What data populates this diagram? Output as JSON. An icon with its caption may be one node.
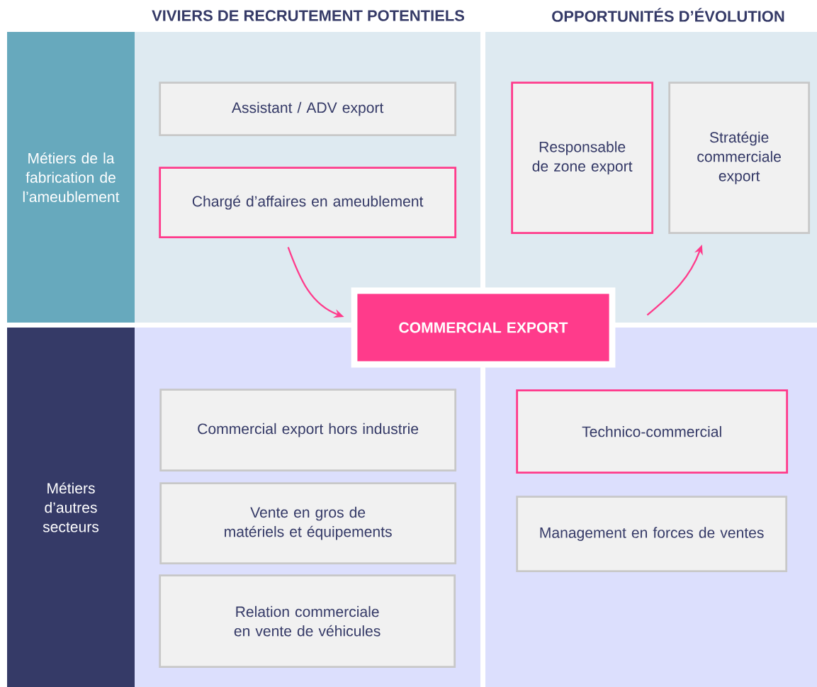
{
  "diagram": {
    "nodes": [
      {
        "text": [
          "Métiers de la fabrication de l’ameublement"
        ]
      },
      {
        "text": [],
        "shape": "box"
      },
      {
        "text": [
          "Assistant / ADV export"
        ],
        "in": 1
      },
      {
        "text": [
          "Chargé d’affaires en ameublement"
        ],
        "in": 1
      },
      {
        "text": [],
        "shape": "box"
      },
      {
        "text": [
          "Responsable de zone export"
        ],
        "in": 4
      },
      {
        "text": [
          "Stratégie commerciale export"
        ],
        "in": 4
      },
      {
        "text": [
          "COMMERCIAL EXPORT"
        ]
      },
      {
        "text": [
          "Métiers d’autres secteurs"
        ]
      },
      {
        "text": [],
        "shape": "box"
      },
      {
        "text": [
          "Commercial export hors industrie"
        ],
        "in": 9
      },
      {
        "text": [
          "Vente en gros de matériels et équipements"
        ],
        "in": 9
      },
      {
        "text": [
          "Relation commerciale en vente de véhicules"
        ],
        "in": 9
      },
      {
        "text": [],
        "shape": "box"
      },
      {
        "text": [
          "Technico-commercial"
        ],
        "in": 13
      },
      {
        "text": [
          "Management en forces de ventes"
        ],
        "in": 13
      }
    ],
    "edges": [
      {
        "from": 3,
        "to": 7,
        "arrow": "to"
      },
      {
        "from": 7,
        "to": 6,
        "arrow": "to"
      }
    ],
    "labels": [
      "VIVIERS DE RECRUTEMENT POTENTIELS",
      "OPPORTUNITÉS D’ÉVOLUTION"
    ]
  }
}
